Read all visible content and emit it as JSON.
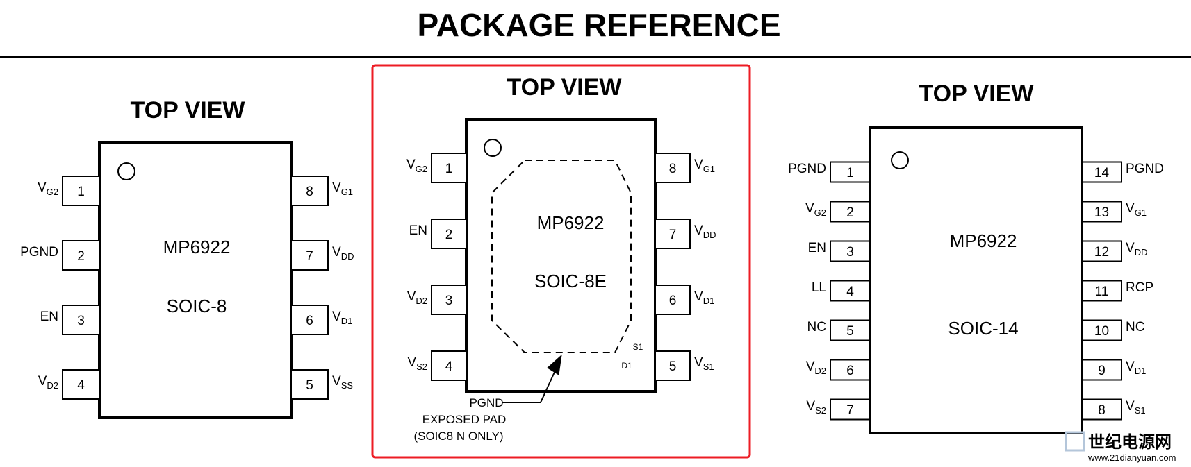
{
  "title": "PACKAGE REFERENCE",
  "packages": [
    {
      "view_title": "TOP VIEW",
      "part": "MP6922",
      "package": "SOIC-8",
      "left_pins": [
        {
          "num": "1",
          "label": "V",
          "sub": "G2"
        },
        {
          "num": "2",
          "label": "PGND",
          "sub": ""
        },
        {
          "num": "3",
          "label": "EN",
          "sub": ""
        },
        {
          "num": "4",
          "label": "V",
          "sub": "D2"
        }
      ],
      "right_pins": [
        {
          "num": "8",
          "label": "V",
          "sub": "G1"
        },
        {
          "num": "7",
          "label": "V",
          "sub": "DD"
        },
        {
          "num": "6",
          "label": "V",
          "sub": "D1"
        },
        {
          "num": "5",
          "label": "V",
          "sub": "SS"
        }
      ]
    },
    {
      "view_title": "TOP VIEW",
      "part": "MP6922",
      "package": "SOIC-8E",
      "left_pins": [
        {
          "num": "1",
          "label": "V",
          "sub": "G2"
        },
        {
          "num": "2",
          "label": "EN",
          "sub": ""
        },
        {
          "num": "3",
          "label": "V",
          "sub": "D2"
        },
        {
          "num": "4",
          "label": "V",
          "sub": "S2"
        }
      ],
      "right_pins": [
        {
          "num": "8",
          "label": "V",
          "sub": "G1"
        },
        {
          "num": "7",
          "label": "V",
          "sub": "DD"
        },
        {
          "num": "6",
          "label": "V",
          "sub": "D1"
        },
        {
          "num": "5",
          "label": "V",
          "sub": "S1"
        }
      ],
      "inner_labels": [
        "S1",
        "D1"
      ],
      "pad_note": [
        "PGND",
        "EXPOSED PAD",
        "(SOIC8 N ONLY)"
      ]
    },
    {
      "view_title": "TOP VIEW",
      "part": "MP6922",
      "package": "SOIC-14",
      "left_pins": [
        {
          "num": "1",
          "label": "PGND",
          "sub": ""
        },
        {
          "num": "2",
          "label": "V",
          "sub": "G2"
        },
        {
          "num": "3",
          "label": "EN",
          "sub": ""
        },
        {
          "num": "4",
          "label": "LL",
          "sub": ""
        },
        {
          "num": "5",
          "label": "NC",
          "sub": ""
        },
        {
          "num": "6",
          "label": "V",
          "sub": "D2"
        },
        {
          "num": "7",
          "label": "V",
          "sub": "S2"
        }
      ],
      "right_pins": [
        {
          "num": "14",
          "label": "PGND",
          "sub": ""
        },
        {
          "num": "13",
          "label": "V",
          "sub": "G1"
        },
        {
          "num": "12",
          "label": "V",
          "sub": "DD"
        },
        {
          "num": "11",
          "label": "RCP",
          "sub": ""
        },
        {
          "num": "10",
          "label": "NC",
          "sub": ""
        },
        {
          "num": "9",
          "label": "V",
          "sub": "D1"
        },
        {
          "num": "8",
          "label": "V",
          "sub": "S1"
        }
      ]
    }
  ],
  "watermark": {
    "text": "世纪电源网",
    "url": "www.21dianyuan.com"
  },
  "colors": {
    "highlight_frame": "#ed1c24",
    "ink": "#000000",
    "watermark": "#b4c6da"
  }
}
